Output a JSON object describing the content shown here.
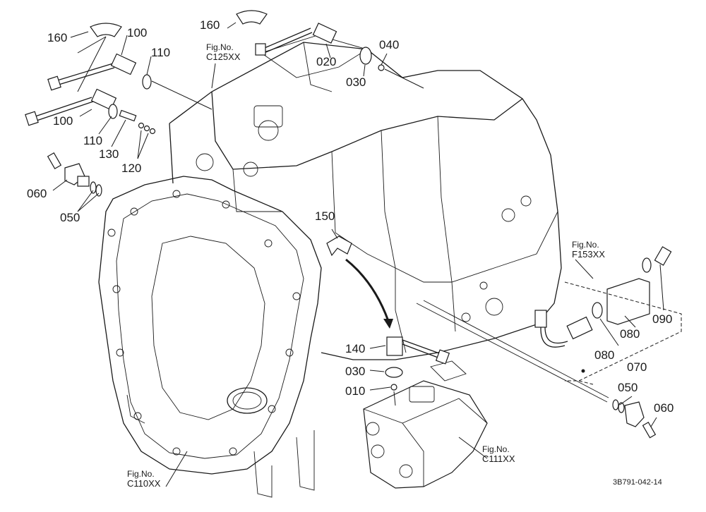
{
  "labels": {
    "p160a": "160",
    "p100a": "100",
    "p110a": "110",
    "p100b": "100",
    "p110b": "110",
    "p130": "130",
    "p120": "120",
    "p060a": "060",
    "p050a": "050",
    "p160b": "160",
    "p020": "020",
    "p030a": "030",
    "p040": "040",
    "p150": "150",
    "p140": "140",
    "p030b": "030",
    "p010": "010",
    "p080a": "080",
    "p090": "090",
    "p080b": "080",
    "p070": "070",
    "p050b": "050",
    "p060b": "060"
  },
  "figures": {
    "prefix": "Fig.No.",
    "c125": "C125XX",
    "f153": "F153XX",
    "c111": "C111XX",
    "c110": "C110XX"
  },
  "drawing_number": "3B791-042-14"
}
